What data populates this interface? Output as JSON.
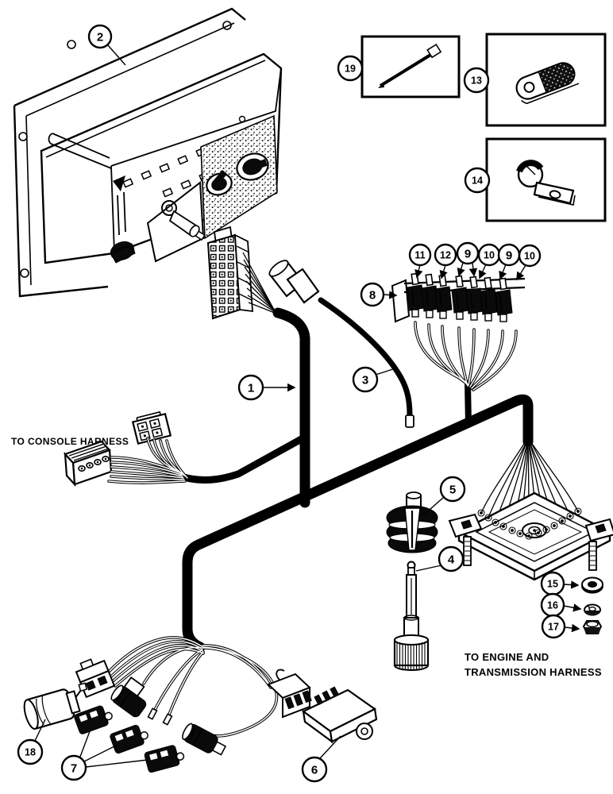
{
  "figure": {
    "type": "parts-diagram",
    "labels": {
      "console_harness": "TO CONSOLE HARNESS",
      "engine_line1": "TO ENGINE AND",
      "engine_line2": "TRANSMISSION HARNESS"
    },
    "callouts": {
      "c1": "1",
      "c2": "2",
      "c3": "3",
      "c4": "4",
      "c5": "5",
      "c6": "6",
      "c7": "7",
      "c8": "8",
      "c9a": "9",
      "c9b": "9",
      "c10a": "10",
      "c10b": "10",
      "c11": "11",
      "c12": "12",
      "c13": "13",
      "c14": "14",
      "c15": "15",
      "c16": "16",
      "c17": "17",
      "c18": "18",
      "c19": "19"
    },
    "colors": {
      "ink": "#000000",
      "paper": "#ffffff"
    }
  }
}
